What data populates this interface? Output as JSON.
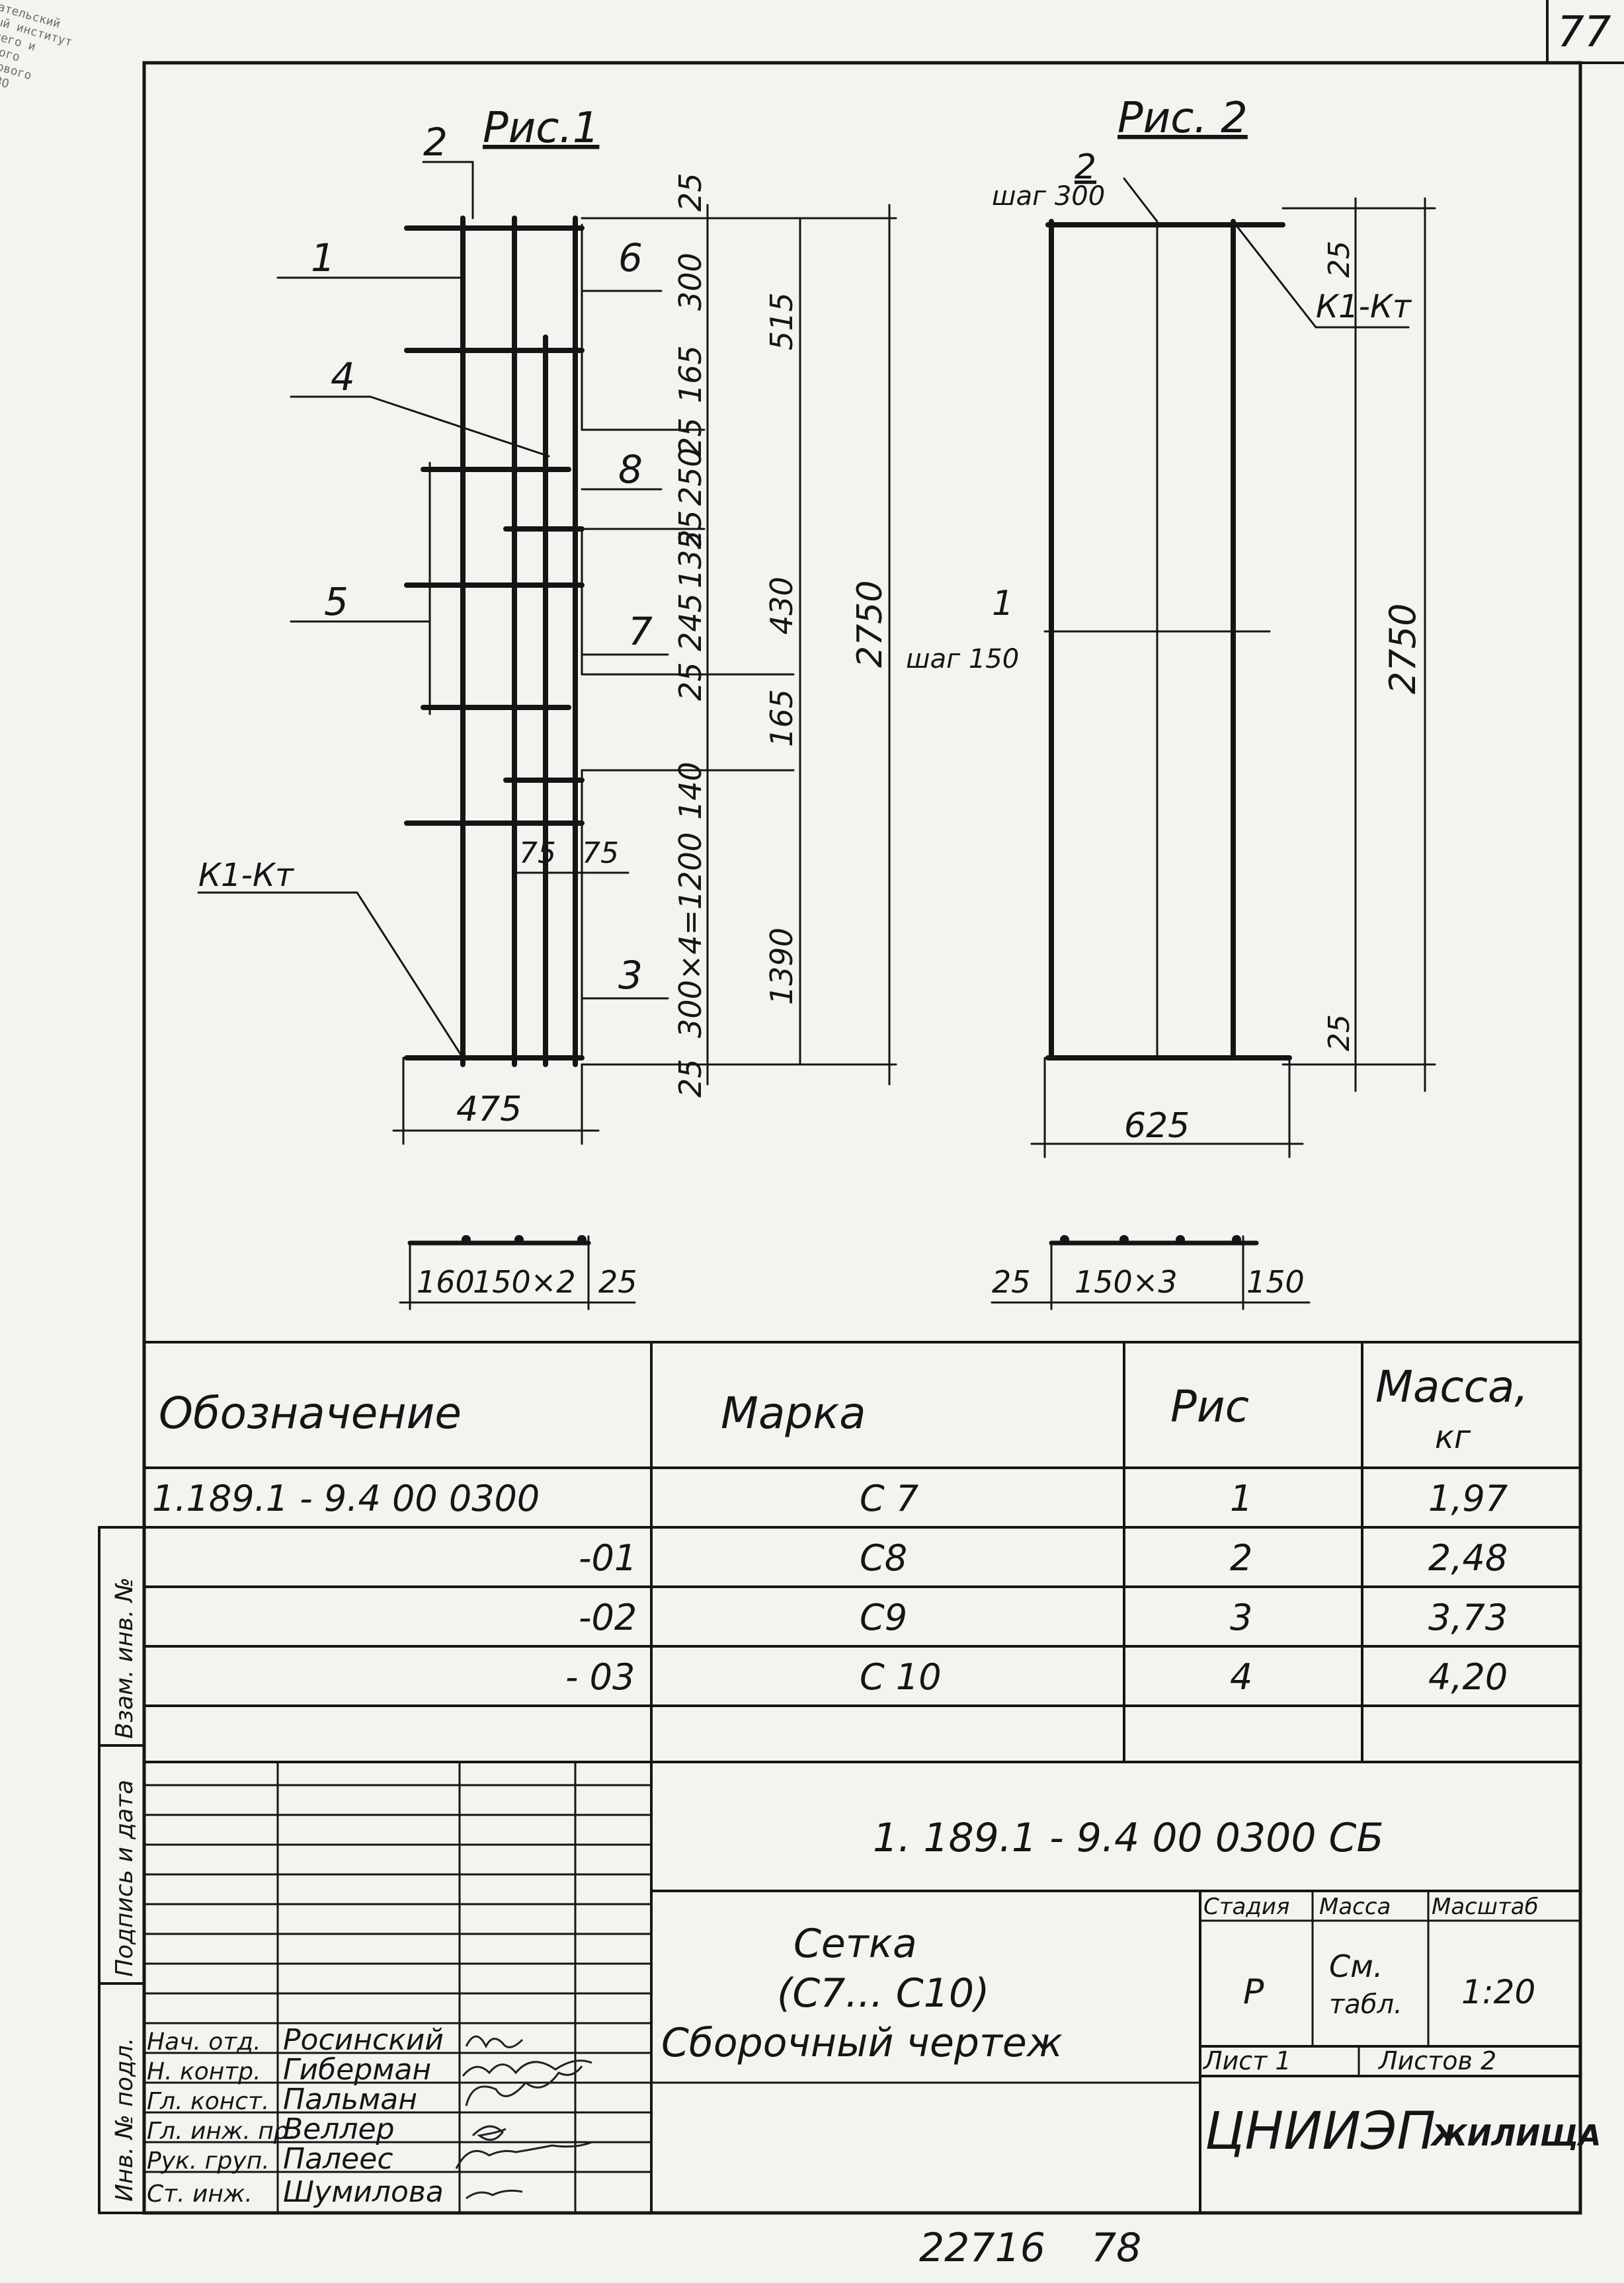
{
  "page": {
    "sheet_number": "77",
    "footer_code": "22716",
    "footer_number": "78"
  },
  "stamp_lines": [
    "ательский",
    "ый институт",
    "него и",
    "ного",
    "лового",
    "ИЗО"
  ],
  "fig1": {
    "title": "Рис.1",
    "labels": {
      "n1": "1",
      "n2": "2",
      "n3": "3",
      "n4": "4",
      "n5": "5",
      "n6": "6",
      "n7": "7",
      "n8": "8",
      "weld": "К1-Кт"
    },
    "dims_right1": [
      "25",
      "300",
      "165",
      "25",
      "250",
      "25",
      "135",
      "245",
      "25",
      "140",
      "300×4=1200",
      "25"
    ],
    "dims_right2": [
      "515",
      "430",
      "165",
      "1390"
    ],
    "dim_total": "2750",
    "dim_75a": "75",
    "dim_75b": "75",
    "dim_width": "475",
    "section_dims": [
      "160",
      "150×2",
      "25"
    ]
  },
  "fig2": {
    "title": "Рис. 2",
    "label_top_num": "2",
    "label_top_step": "шаг 300",
    "label_mid_num": "1",
    "label_mid_step": "шаг 150",
    "weld": "К1-Кт",
    "dim_top": "25",
    "dim_bottom": "25",
    "dim_total": "2750",
    "dim_width": "625",
    "section_dims": [
      "25",
      "150×3",
      "150"
    ]
  },
  "table": {
    "headers": {
      "designation": "Обозначение",
      "mark": "Марка",
      "fig": "Рис",
      "mass": "Масса,",
      "mass_unit": "кг"
    },
    "rows": [
      {
        "designation": "1.189.1 - 9.4 00 0300",
        "mark": "С 7",
        "fig": "1",
        "mass": "1,97"
      },
      {
        "designation": "-01",
        "mark": "С8",
        "fig": "2",
        "mass": "2,48"
      },
      {
        "designation": "-02",
        "mark": "С9",
        "fig": "3",
        "mass": "3,73"
      },
      {
        "designation": "- 03",
        "mark": "С 10",
        "fig": "4",
        "mass": "4,20"
      }
    ]
  },
  "side_labels": {
    "inv_orig": "Инв. № подл.",
    "sign_date": "Подпись и дата",
    "inv_swap": "Взам. инв. №"
  },
  "title_block": {
    "doc_code": "1. 189.1 - 9.4   00 0300  СБ",
    "name_line1": "Сетка",
    "name_line2": "(С7... С10)",
    "name_line3": "Сборочный  чертеж",
    "stage_label": "Стадия",
    "mass_label": "Масса",
    "scale_label": "Масштаб",
    "stage_value": "Р",
    "mass_value_line1": "См.",
    "mass_value_line2": "табл.",
    "scale_value": "1:20",
    "sheet_label": "Лист 1",
    "sheets_label": "Листов 2",
    "org_main": "ЦНИИЭП",
    "org_sub": "ЖИЛИЩА",
    "staff": [
      {
        "role": "Нач. отд.",
        "name": "Росинский"
      },
      {
        "role": "Н. контр.",
        "name": "Гиберман"
      },
      {
        "role": "Гл. конст.",
        "name": "Пальман"
      },
      {
        "role": "Гл. инж. пр.",
        "name": "Веллер"
      },
      {
        "role": "Рук. груп.",
        "name": "Палеес"
      },
      {
        "role": "Ст. инж.",
        "name": "Шумилова"
      }
    ]
  }
}
